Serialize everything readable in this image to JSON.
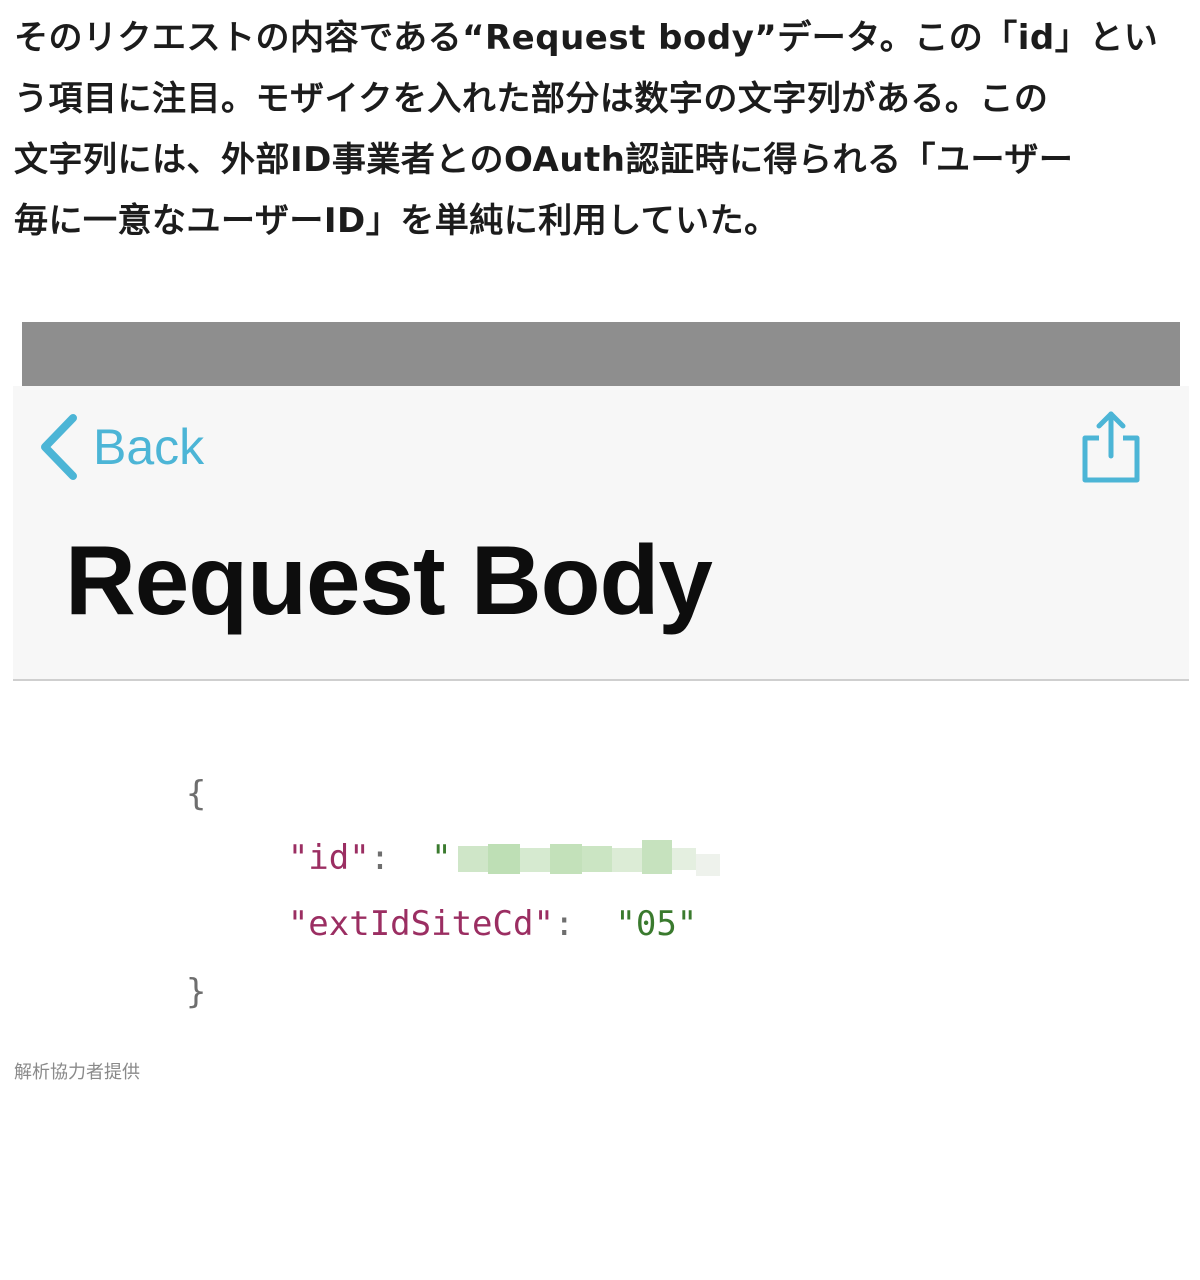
{
  "article": {
    "lines": [
      "そのリクエストの内容である“Request body”データ。この「id」とい",
      "う項目に注目。モザイクを入れた部分は数字の文字列がある。この",
      "文字列には、外部ID事業者とのOAuth認証時に得られる「ユーザー",
      "毎に一意なユーザーID」を単純に利用していた。"
    ]
  },
  "screenshot": {
    "nav": {
      "back_label": "Back",
      "back_icon": "chevron-left-icon",
      "share_icon": "share-icon",
      "accent_color": "#4cb5d6"
    },
    "title": "Request Body",
    "code": {
      "open_brace": "{",
      "close_brace": "}",
      "id_key": "\"id\"",
      "id_value_open_quote": "\"",
      "ext_key": "\"extIdSiteCd\"",
      "ext_value": "\"05\"",
      "colon": ":"
    }
  },
  "caption": "解析協力者提供"
}
